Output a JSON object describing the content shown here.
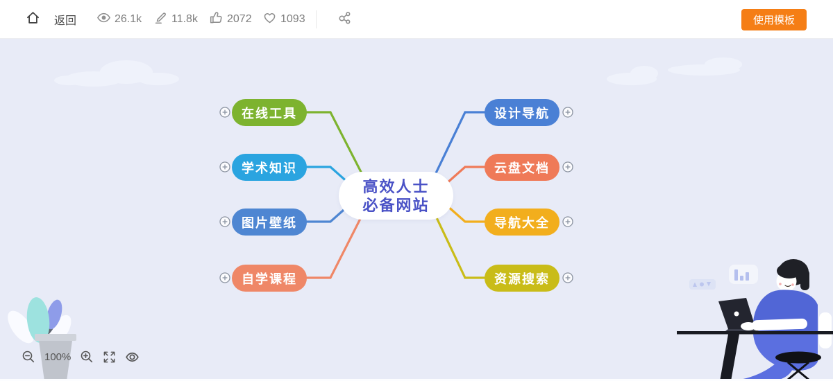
{
  "topbar": {
    "back_label": "返回",
    "stats": [
      {
        "icon": "eye-icon",
        "value": "26.1k"
      },
      {
        "icon": "pencil-icon",
        "value": "11.8k"
      },
      {
        "icon": "thumbs-up-icon",
        "value": "2072"
      },
      {
        "icon": "heart-icon",
        "value": "1093"
      }
    ],
    "use_template_label": "使用模板"
  },
  "colors": {
    "accent_orange": "#f57e15",
    "canvas_bg": "#e8ebf7",
    "center_text": "#4a52c6"
  },
  "canvas": {
    "center_node": {
      "line1": "高效人士",
      "line2": "必备网站",
      "bg": "#ffffff"
    },
    "left_branches": [
      {
        "label": "在线工具",
        "color": "#7db32f"
      },
      {
        "label": "学术知识",
        "color": "#2aa4e0"
      },
      {
        "label": "图片壁纸",
        "color": "#4e86d2"
      },
      {
        "label": "自学课程",
        "color": "#ef8767"
      }
    ],
    "right_branches": [
      {
        "label": "设计导航",
        "color": "#4a80d5"
      },
      {
        "label": "云盘文档",
        "color": "#ef7a58"
      },
      {
        "label": "导航大全",
        "color": "#f2ae1d"
      },
      {
        "label": "资源搜索",
        "color": "#c9bc18"
      }
    ]
  },
  "zoom_controls": {
    "zoom_level": "100%"
  }
}
